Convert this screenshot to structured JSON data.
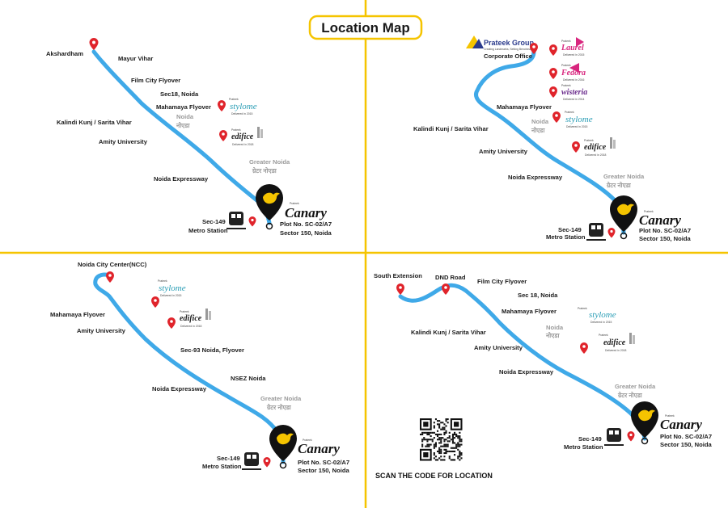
{
  "title": "Location Map",
  "maps": [
    {
      "id": "top-left",
      "labels": [
        "Akshardham",
        "Mayur Vihar",
        "Film City Flyover",
        "Sec18, Noida",
        "Mahamaya Flyover",
        "Noida",
        "नोएडा",
        "Kalindi Kunj / Sarita Vihar",
        "Amity University",
        "Greater Noida",
        "ग्रेटर नोएडा",
        "Noida Expressway",
        "Sec-149",
        "Metro Station",
        "Plot No. SC-02/A7",
        "Sector 150, Noida"
      ]
    },
    {
      "id": "top-right",
      "labels": [
        "Prateek Group",
        "Corporate Office",
        "Mahamaya Flyover",
        "Noida",
        "नोएडा",
        "Kalindi Kunj / Sarita Vihar",
        "Amity University",
        "Noida Expressway",
        "Greater Noida",
        "ग्रेटर नोएडा",
        "Sec-149",
        "Metro Station",
        "Plot No. SC-02/A7",
        "Sector 150, Noida"
      ]
    },
    {
      "id": "bottom-left",
      "labels": [
        "Noida City Center(NCC)",
        "Mahamaya Flyover",
        "Amity University",
        "Sec-93 Noida, Flyover",
        "NSEZ Noida",
        "Noida Expressway",
        "Greater Noida",
        "ग्रेटर नोएडा",
        "Sec-149",
        "Metro Station",
        "Plot No. SC-02/A7",
        "Sector 150, Noida"
      ]
    },
    {
      "id": "bottom-right",
      "labels": [
        "South Extension",
        "DND Road",
        "Film City Flyover",
        "Sec 18, Noida",
        "Mahamaya Flyover",
        "Noida",
        "नोएडा",
        "Kalindi Kunj / Sarita Vihar",
        "Amity University",
        "Noida Expressway",
        "Greater Noida",
        "ग्रेटर नोएडा",
        "Sec-149",
        "Metro Station",
        "Plot No. SC-02/A7",
        "Sector 150, Noida"
      ]
    }
  ],
  "logos": {
    "stylome": "stylome",
    "edifice": "edifice",
    "canary": "Canary",
    "prateek": "Prateek",
    "laurel": "Laurel",
    "fedora": "Fedora",
    "wisteria": "wisteria",
    "stylome_note": "Delivered in 2015",
    "edifice_note": "Delivered in 2018",
    "wisteria_note": "Delivered in 2014",
    "laurel_note": "Delivered in 2015",
    "fedora_note": "Delivered in 2016",
    "group_tagline": "Creating Landmarks, Setting Benchmarks"
  },
  "scan_text": "SCAN THE CODE FOR LOCATION",
  "colors": {
    "route": "#3fa9e8",
    "accent": "#f5c400",
    "pin": "#e0242b"
  }
}
